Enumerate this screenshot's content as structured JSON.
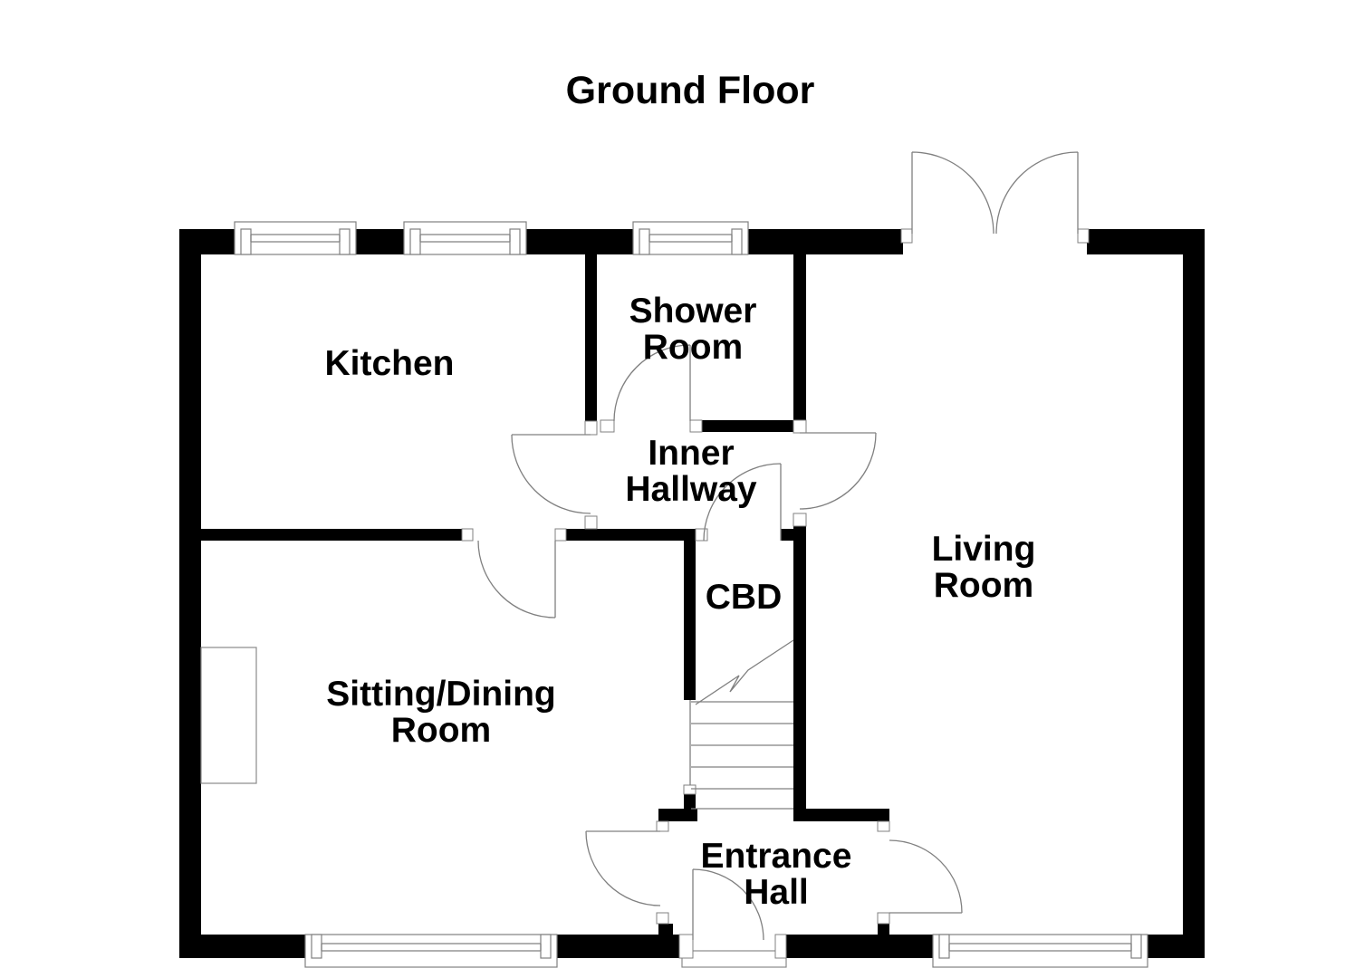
{
  "title": "Ground Floor",
  "rooms": {
    "kitchen": {
      "name": "Kitchen"
    },
    "shower_room": {
      "line1": "Shower",
      "line2": "Room"
    },
    "inner_hallway": {
      "line1": "Inner",
      "line2": "Hallway"
    },
    "living_room": {
      "line1": "Living",
      "line2": "Room"
    },
    "cbd": {
      "name": "CBD"
    },
    "sitting_dining_room": {
      "line1": "Sitting/Dining",
      "line2": "Room"
    },
    "entrance_hall": {
      "line1": "Entrance",
      "line2": "Hall"
    }
  },
  "colors": {
    "wall": "#000000",
    "thin_line": "#808080",
    "background": "#ffffff",
    "text": "#000000"
  },
  "features": {
    "doors": [
      "kitchen-door",
      "sitting-room-door",
      "shower-room-door",
      "hallway-living-room-door",
      "cbd-door",
      "entrance-sitting-room-door",
      "entrance-living-room-door",
      "front-door",
      "french-door-left",
      "french-door-right"
    ],
    "windows": [
      "kitchen-window-1",
      "kitchen-window-2",
      "shower-room-window",
      "sitting-room-window",
      "living-room-window"
    ],
    "other": [
      "staircase",
      "chimney-breast",
      "front-door-step"
    ]
  }
}
